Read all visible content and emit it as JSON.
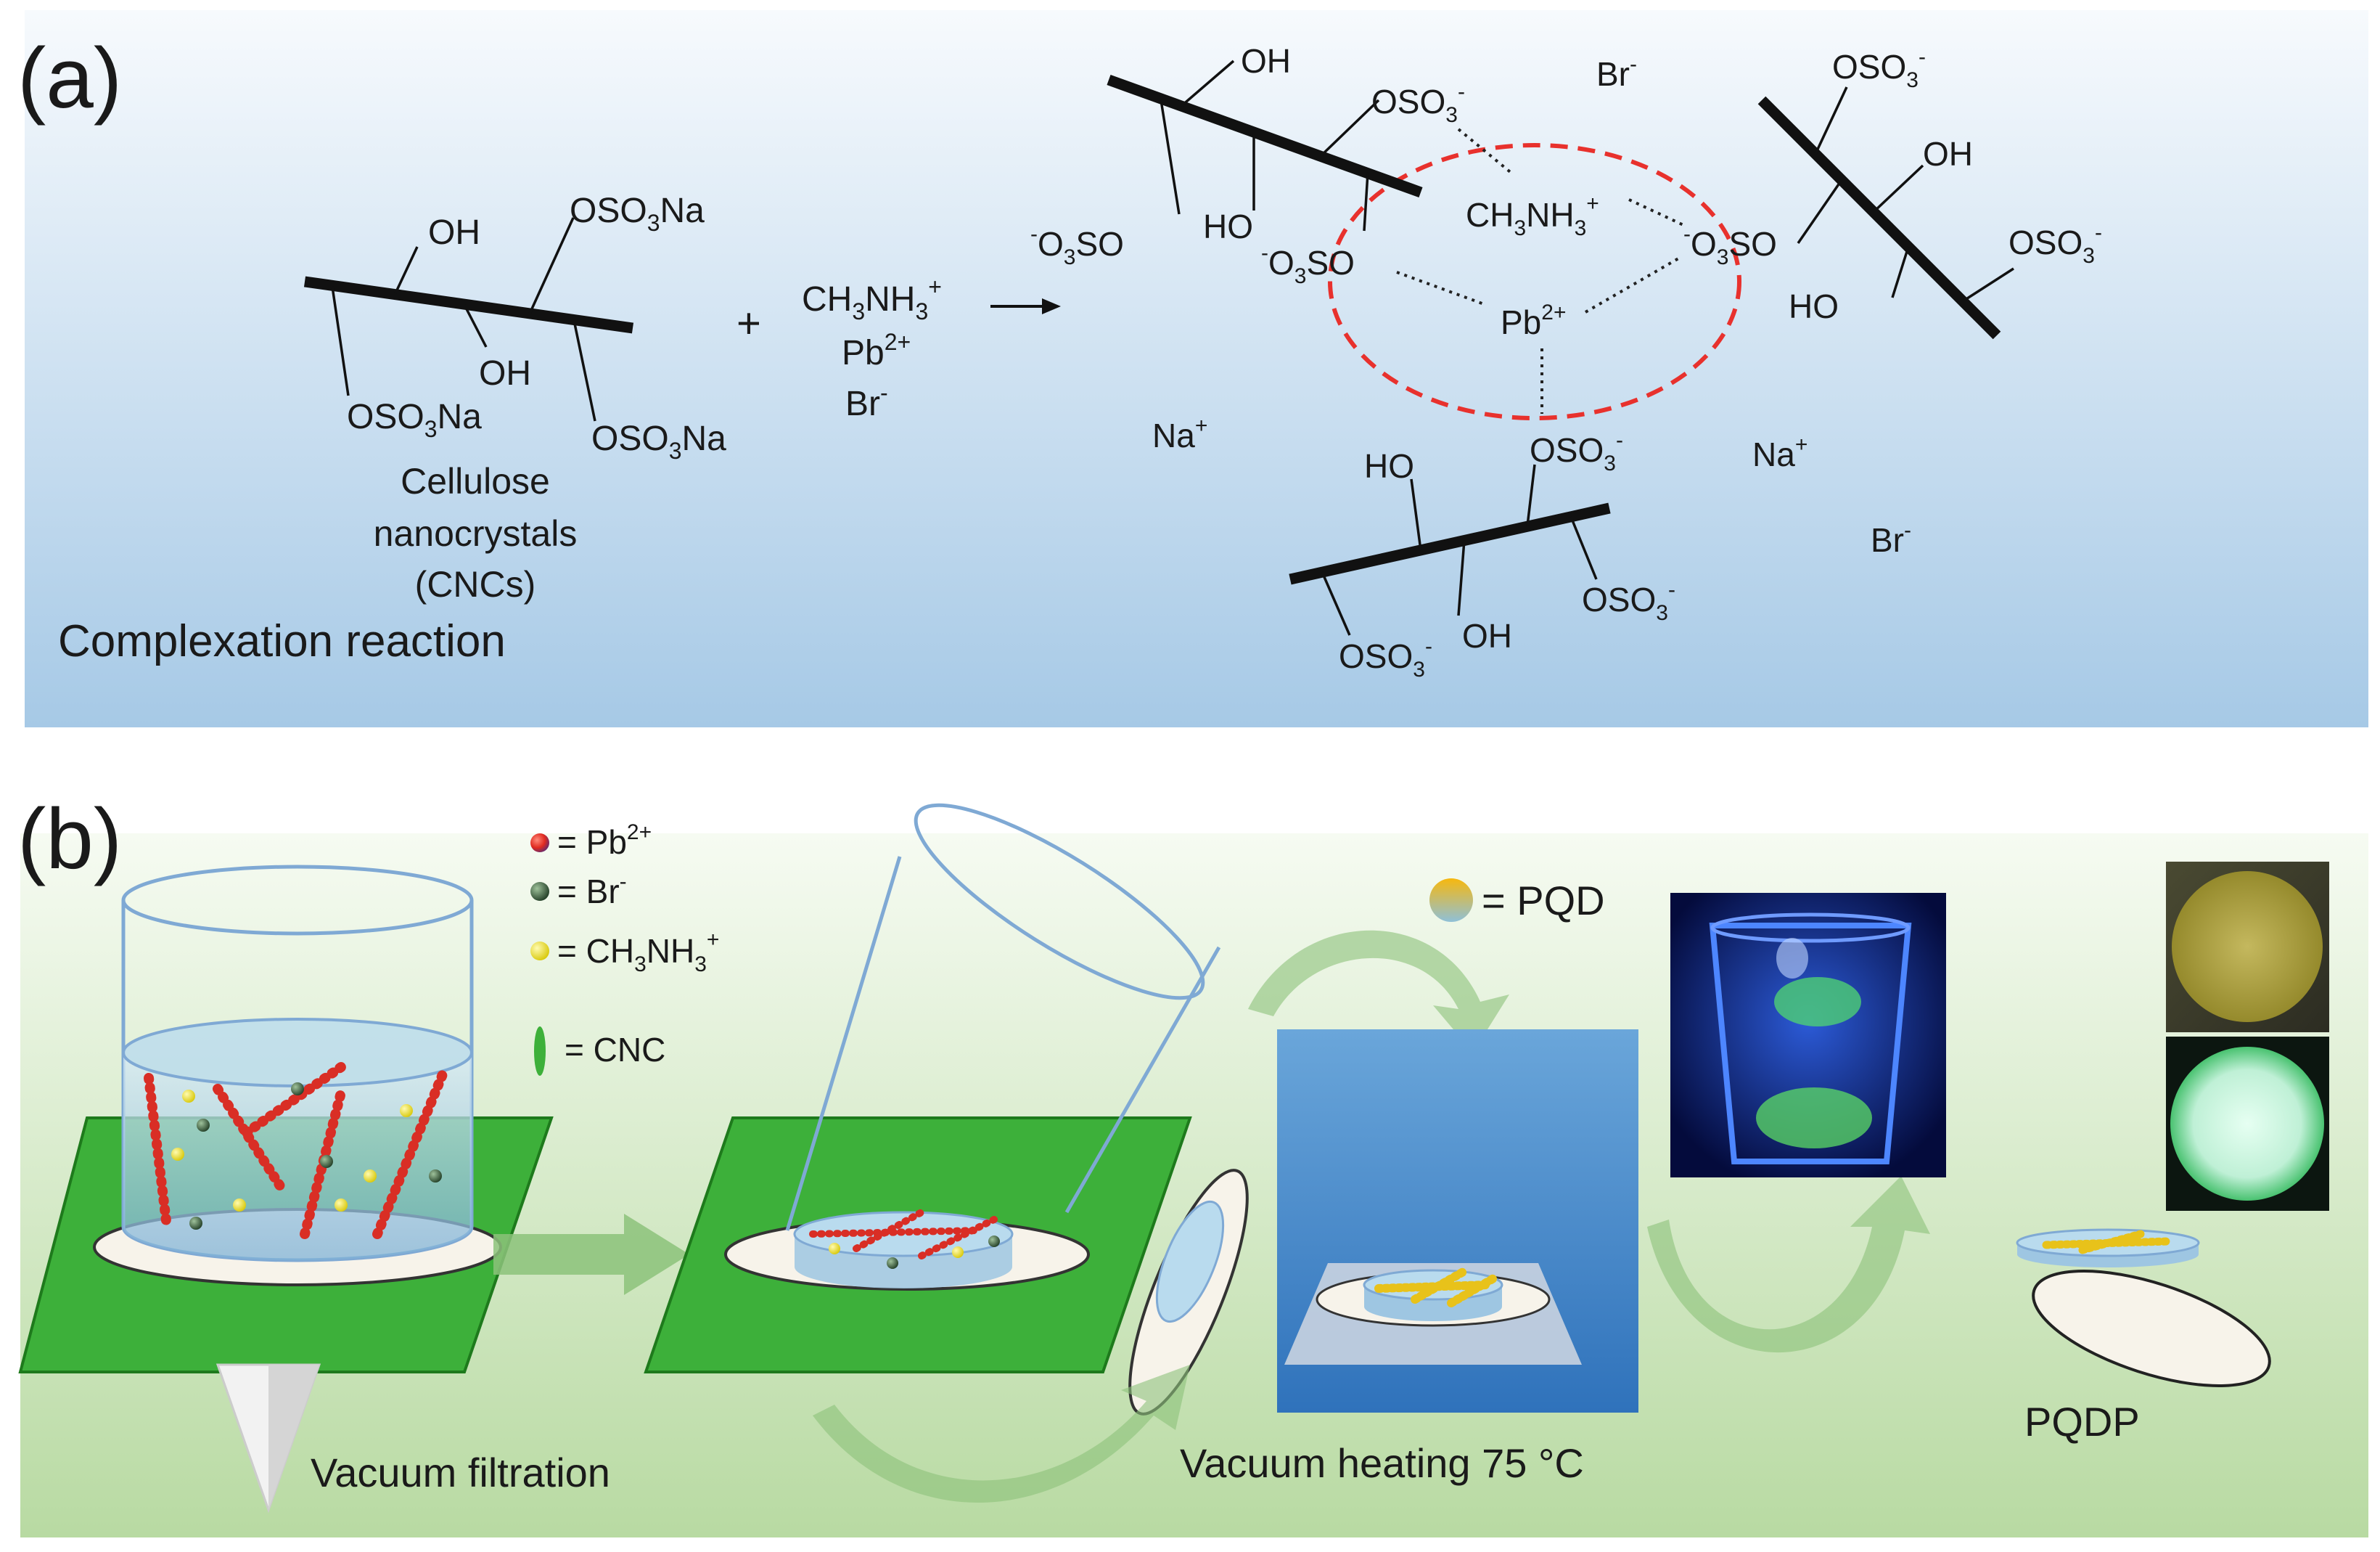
{
  "panel_a": {
    "label": "(a)",
    "caption": "Complexation reaction",
    "reactant": {
      "oh_top": "OH",
      "oso3na_top": "OSO3Na",
      "oh_mid": "OH",
      "oso3na_left": "OSO3Na",
      "oso3na_right": "OSO3Na",
      "name_line1": "Cellulose",
      "name_line2": "nanocrystals",
      "name_line3": "(CNCs)"
    },
    "plus": "+",
    "reagents": [
      "CH3NH3+",
      "Pb2+",
      "Br-"
    ],
    "product": {
      "oh_1": "OH",
      "oso3_1": "OSO3-",
      "o3so_1": "-O3SO",
      "ho_1": "HO",
      "o3so_2": "-O3SO",
      "br_top": "Br-",
      "methylammonium": "CH3NH3+",
      "lead": "Pb2+",
      "oso3_2": "OSO3-",
      "oh_2": "OH",
      "o3so_3": "-O3SO",
      "oso3_3": "OSO3-",
      "ho_2": "HO",
      "na_left": "Na+",
      "na_right": "Na+",
      "br_right": "Br-",
      "ho_3": "HO",
      "oso3_4": "OSO3-",
      "oso3_5": "OSO3-",
      "oso3_6": "OSO3-",
      "oh_3": "OH"
    },
    "colors": {
      "ring": "#e8312d",
      "bg_top": "#f4f8fc",
      "bg_bottom": "#a9cbe7"
    }
  },
  "panel_b": {
    "label": "(b)",
    "legend": [
      {
        "icon": "red-sphere-icon",
        "text": "= Pb2+"
      },
      {
        "icon": "dark-green-sphere-icon",
        "text": "= Br-"
      },
      {
        "icon": "yellow-sphere-icon",
        "text": "= CH3NH3+"
      },
      {
        "icon": "green-rod-icon",
        "text": "= CNC"
      }
    ],
    "pqd_legend": "= PQD",
    "vacuum_filtration": "Vacuum filtration",
    "vacuum_heating": "Vacuum heating 75 °C",
    "product_name": "PQDP",
    "colors": {
      "mat": "#3db03a",
      "arrow": "#8cc27a",
      "oven": "#4a8fd0",
      "bg_bottom": "#bcdca8"
    }
  }
}
